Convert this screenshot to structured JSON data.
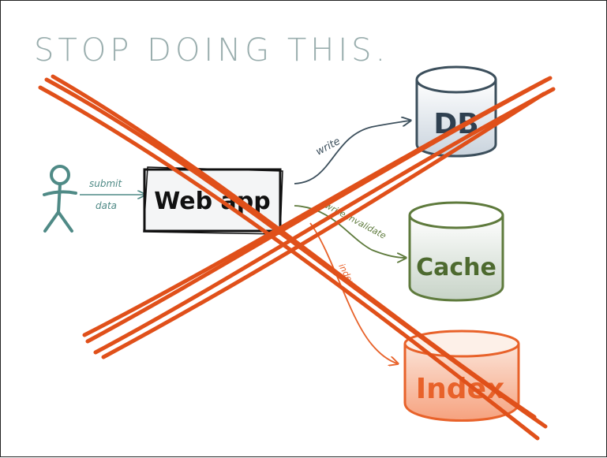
{
  "title": "STOP DOING THIS.",
  "user_icon": "stick-figure-icon",
  "arrows": {
    "submit": "submit",
    "data": "data",
    "write": "write",
    "invalidate": "write/invalidate",
    "index": "index"
  },
  "nodes": {
    "webapp": "Web app",
    "db": "DB",
    "cache": "Cache",
    "index": "Index"
  },
  "colors": {
    "title": "#9aaeae",
    "cross": "#e0501a",
    "db": "#3c4f5c",
    "cache": "#5e7a3c",
    "index": "#e8622a",
    "user": "#4f8a86"
  }
}
